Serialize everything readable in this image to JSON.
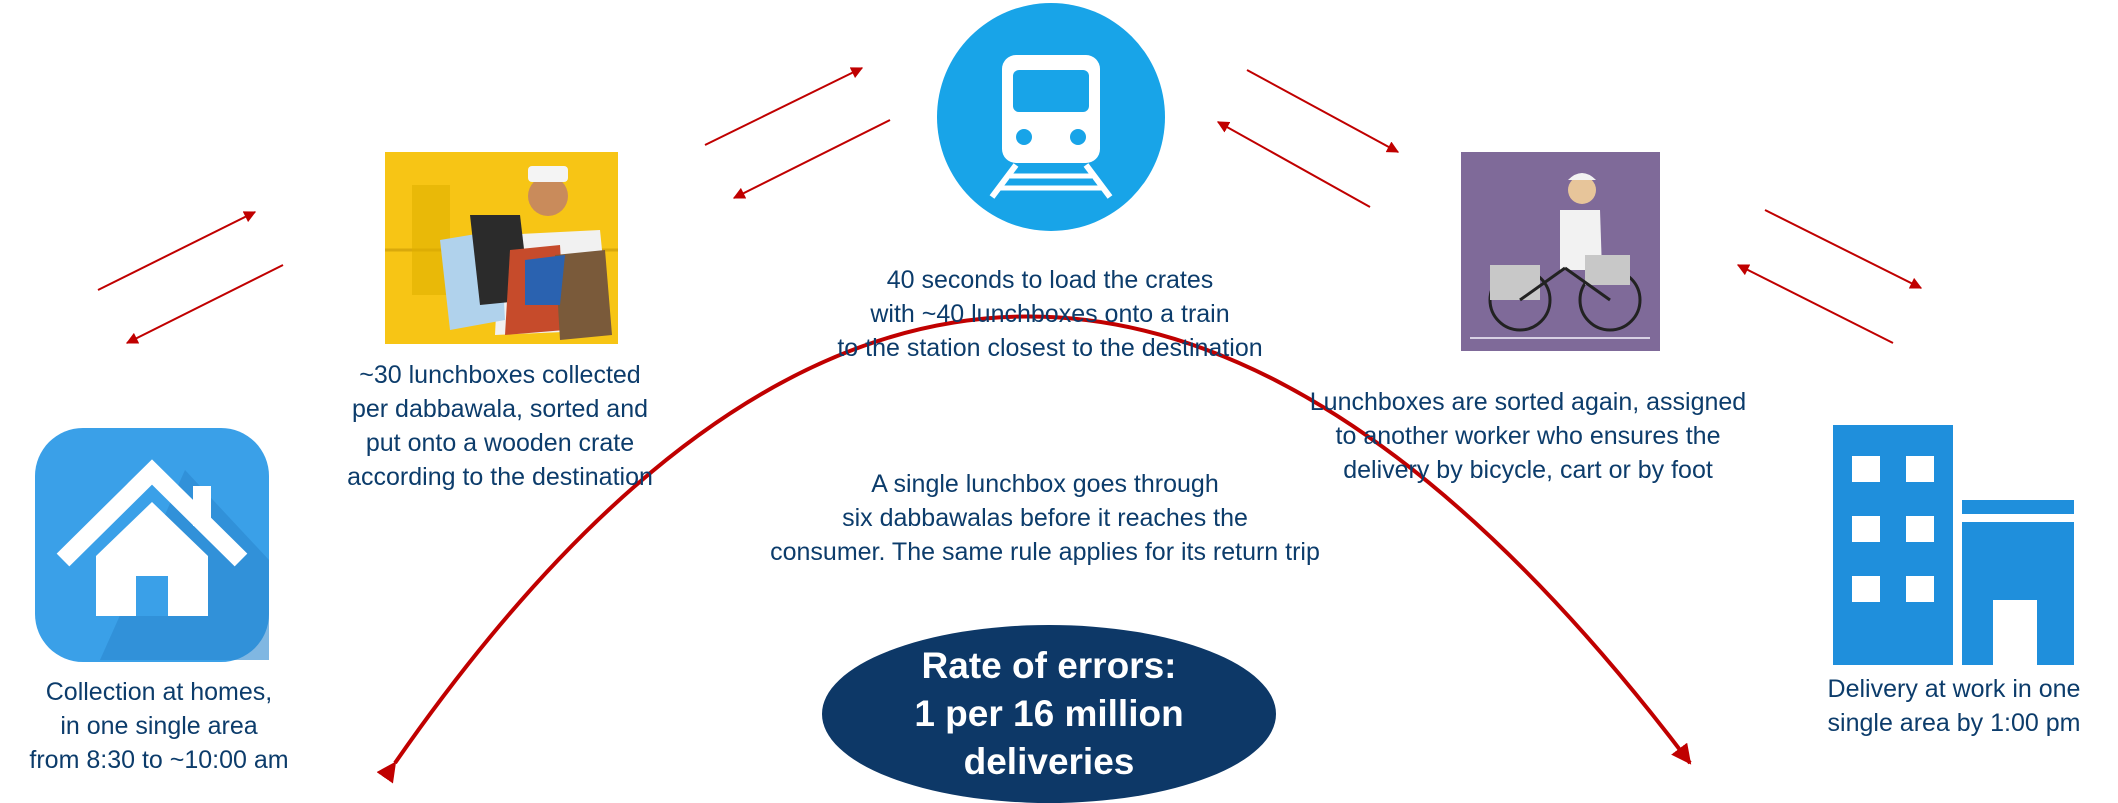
{
  "colors": {
    "text": "#0c3c6b",
    "arrow": "#c00000",
    "icon_blue": "#2e9be3",
    "ellipse": "#0d3867"
  },
  "steps": [
    {
      "icon": "house-icon",
      "caption": "Collection at homes,\nin one single area\nfrom 8:30 to ~10:00 am"
    },
    {
      "icon": "dabbawala-with-bags-image",
      "caption": "~30 lunchboxes collected\nper dabbawala, sorted and\nput onto a wooden crate\naccording to the destination"
    },
    {
      "icon": "train-icon",
      "caption": "40 seconds to load the crates\nwith ~40 lunchboxes onto a train\nto the station closest to the destination"
    },
    {
      "icon": "dabbawala-bicycle-image",
      "caption": "Lunchboxes are sorted again, assigned\nto another worker who ensures the\ndelivery by bicycle, cart or by foot"
    },
    {
      "icon": "office-building-icon",
      "caption": "Delivery at work in one\nsingle area by 1:00 pm"
    }
  ],
  "center_note": "A single lunchbox goes through\nsix dabbawalas before it reaches the\nconsumer. The same rule applies for its return trip",
  "error_rate": "Rate of errors:\n1 per 16 million\ndeliveries"
}
